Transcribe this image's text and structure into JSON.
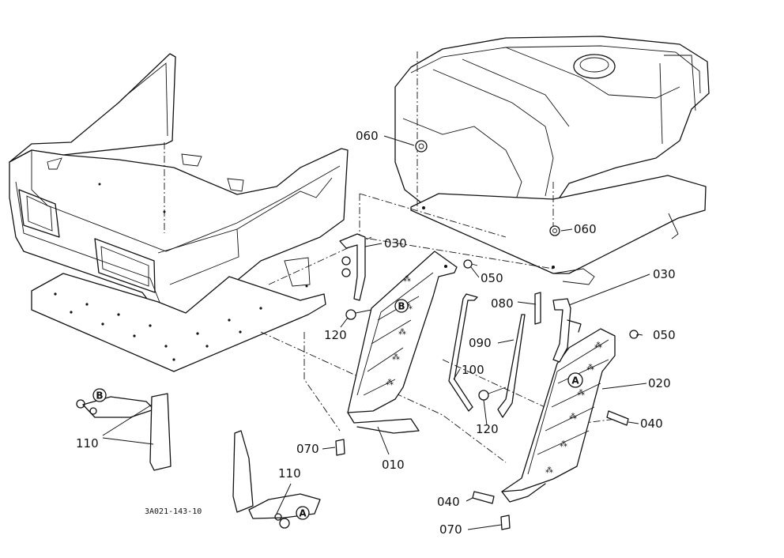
{
  "figure_code": "3A021-143-10",
  "callouts": {
    "p010": "010",
    "p020": "020",
    "p030a": "030",
    "p030b": "030",
    "p040a": "040",
    "p040b": "040",
    "p050a": "050",
    "p050b": "050",
    "p060a": "060",
    "p060b": "060",
    "p070a": "070",
    "p070b": "070",
    "p080": "080",
    "p090": "090",
    "p100": "100",
    "p110a": "110",
    "p110b": "110",
    "p120a": "120",
    "p120b": "120"
  },
  "markers": {
    "a1": "A",
    "a2": "A",
    "b1": "B",
    "b2": "B"
  }
}
